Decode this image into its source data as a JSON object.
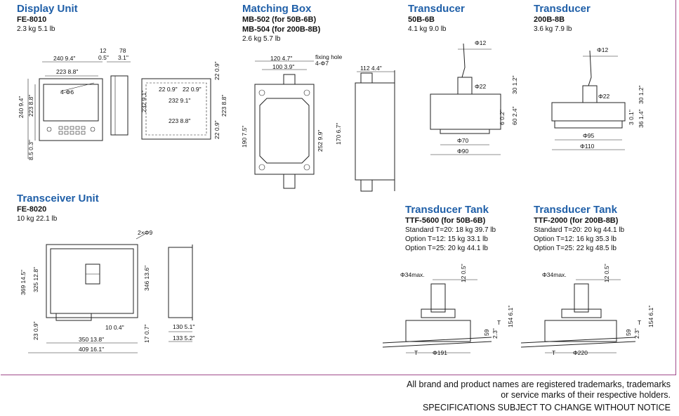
{
  "display_unit": {
    "title": "Display Unit",
    "model": "FE-8010",
    "weight": "2.3 kg  5.1 lb",
    "dims": [
      "240  9.4\"",
      "223  8.8\"",
      "12",
      "0.5\"",
      "78",
      "3.1\"",
      "4-Φ6",
      "240  9.4\"",
      "223  8.8\"",
      "8.5  0.3\"",
      "232  9.1\"",
      "22  0.9\"",
      "22  0.9\"",
      "232  9.1\"",
      "223  8.8\"",
      "22  0.9\"",
      "223  8.8\"",
      "22  0.9\""
    ]
  },
  "matching_box": {
    "title": "Matching Box",
    "model_1": "MB-502  (for 50B-6B)",
    "model_2": "MB-504  (for 200B-8B)",
    "weight": "2.6 kg  5.7 lb",
    "dims": [
      "120  4.7\"",
      "100  3.9\"",
      "fixing hole",
      "4-Φ7",
      "112  4.4\"",
      "190  7.5\"",
      "252  9.9\"",
      "170  6.7\""
    ]
  },
  "transducer_1": {
    "title": "Transducer",
    "model": "50B-6B",
    "weight": "4.1 kg  9.0 lb",
    "dims": [
      "Φ12",
      "Φ22",
      "30  1.2\"",
      "60  2.4\"",
      "6  0.2\"",
      "Φ70",
      "Φ90"
    ]
  },
  "transducer_2": {
    "title": "Transducer",
    "model": "200B-8B",
    "weight": "3.6 kg  7.9 lb",
    "dims": [
      "Φ12",
      "Φ22",
      "30  1.2\"",
      "36  1.4\"",
      "3  0.1\"",
      "Φ95",
      "Φ110"
    ]
  },
  "transceiver": {
    "title": "Transceiver Unit",
    "model": "FE-8020",
    "weight": "10 kg  22.1 lb",
    "dims": [
      "2×Φ9",
      "369  14.5\"",
      "325  12.8\"",
      "346  13.6\"",
      "23  0.9\"",
      "10  0.4\"",
      "350  13.8\"",
      "409  16.1\"",
      "17  0.7\"",
      "130  5.1\"",
      "133  5.2\""
    ]
  },
  "tank_1": {
    "title": "Transducer Tank",
    "model": "TTF-5600  (for 50B-6B)",
    "lines": [
      "Standard T=20: 18 kg  39.7 lb",
      "Option T=12: 15 kg  33.1 lb",
      "Option T=25: 20 kg  44.1 lb"
    ],
    "dims": [
      "Φ34max.",
      "12  0.5\"",
      "154  6.1\"",
      "59",
      "2.3\"",
      "T",
      "Φ191",
      "T"
    ]
  },
  "tank_2": {
    "title": "Transducer Tank",
    "model": "TTF-2000  (for 200B-8B)",
    "lines": [
      "Standard T=20: 20 kg  44.1 lb",
      "Option T=12: 16 kg  35.3 lb",
      "Option T=25: 22 kg  48.5 lb"
    ],
    "dims": [
      "Φ34max.",
      "12  0.5\"",
      "154  6.1\"",
      "59",
      "2.3\"",
      "T",
      "Φ220",
      "T"
    ]
  },
  "footer": {
    "line1": "All brand and product names are registered trademarks, trademarks",
    "line2": "or service marks of their respective holders.",
    "line3": "SPECIFICATIONS SUBJECT TO CHANGE WITHOUT NOTICE"
  },
  "colors": {
    "heading": "#1f5fa8",
    "frame": "#a04a8a"
  }
}
